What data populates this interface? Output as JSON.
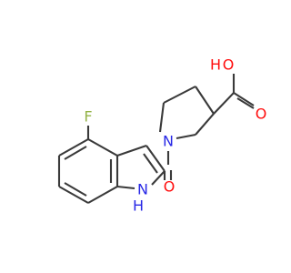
{
  "colors": {
    "background": "#ffffff",
    "bond": "#3a3a3a",
    "F": "#94b347",
    "O": "#ff0d0d",
    "N": "#2828e6"
  },
  "atoms": {
    "F": "F",
    "O_acid_hydroxyl": "O",
    "H_acid_hydroxyl": "H",
    "O_acid_carbonyl": "O",
    "N_pyrrolidine": "N",
    "O_amide": "O",
    "N_indole": "N",
    "H_indole": "H"
  }
}
